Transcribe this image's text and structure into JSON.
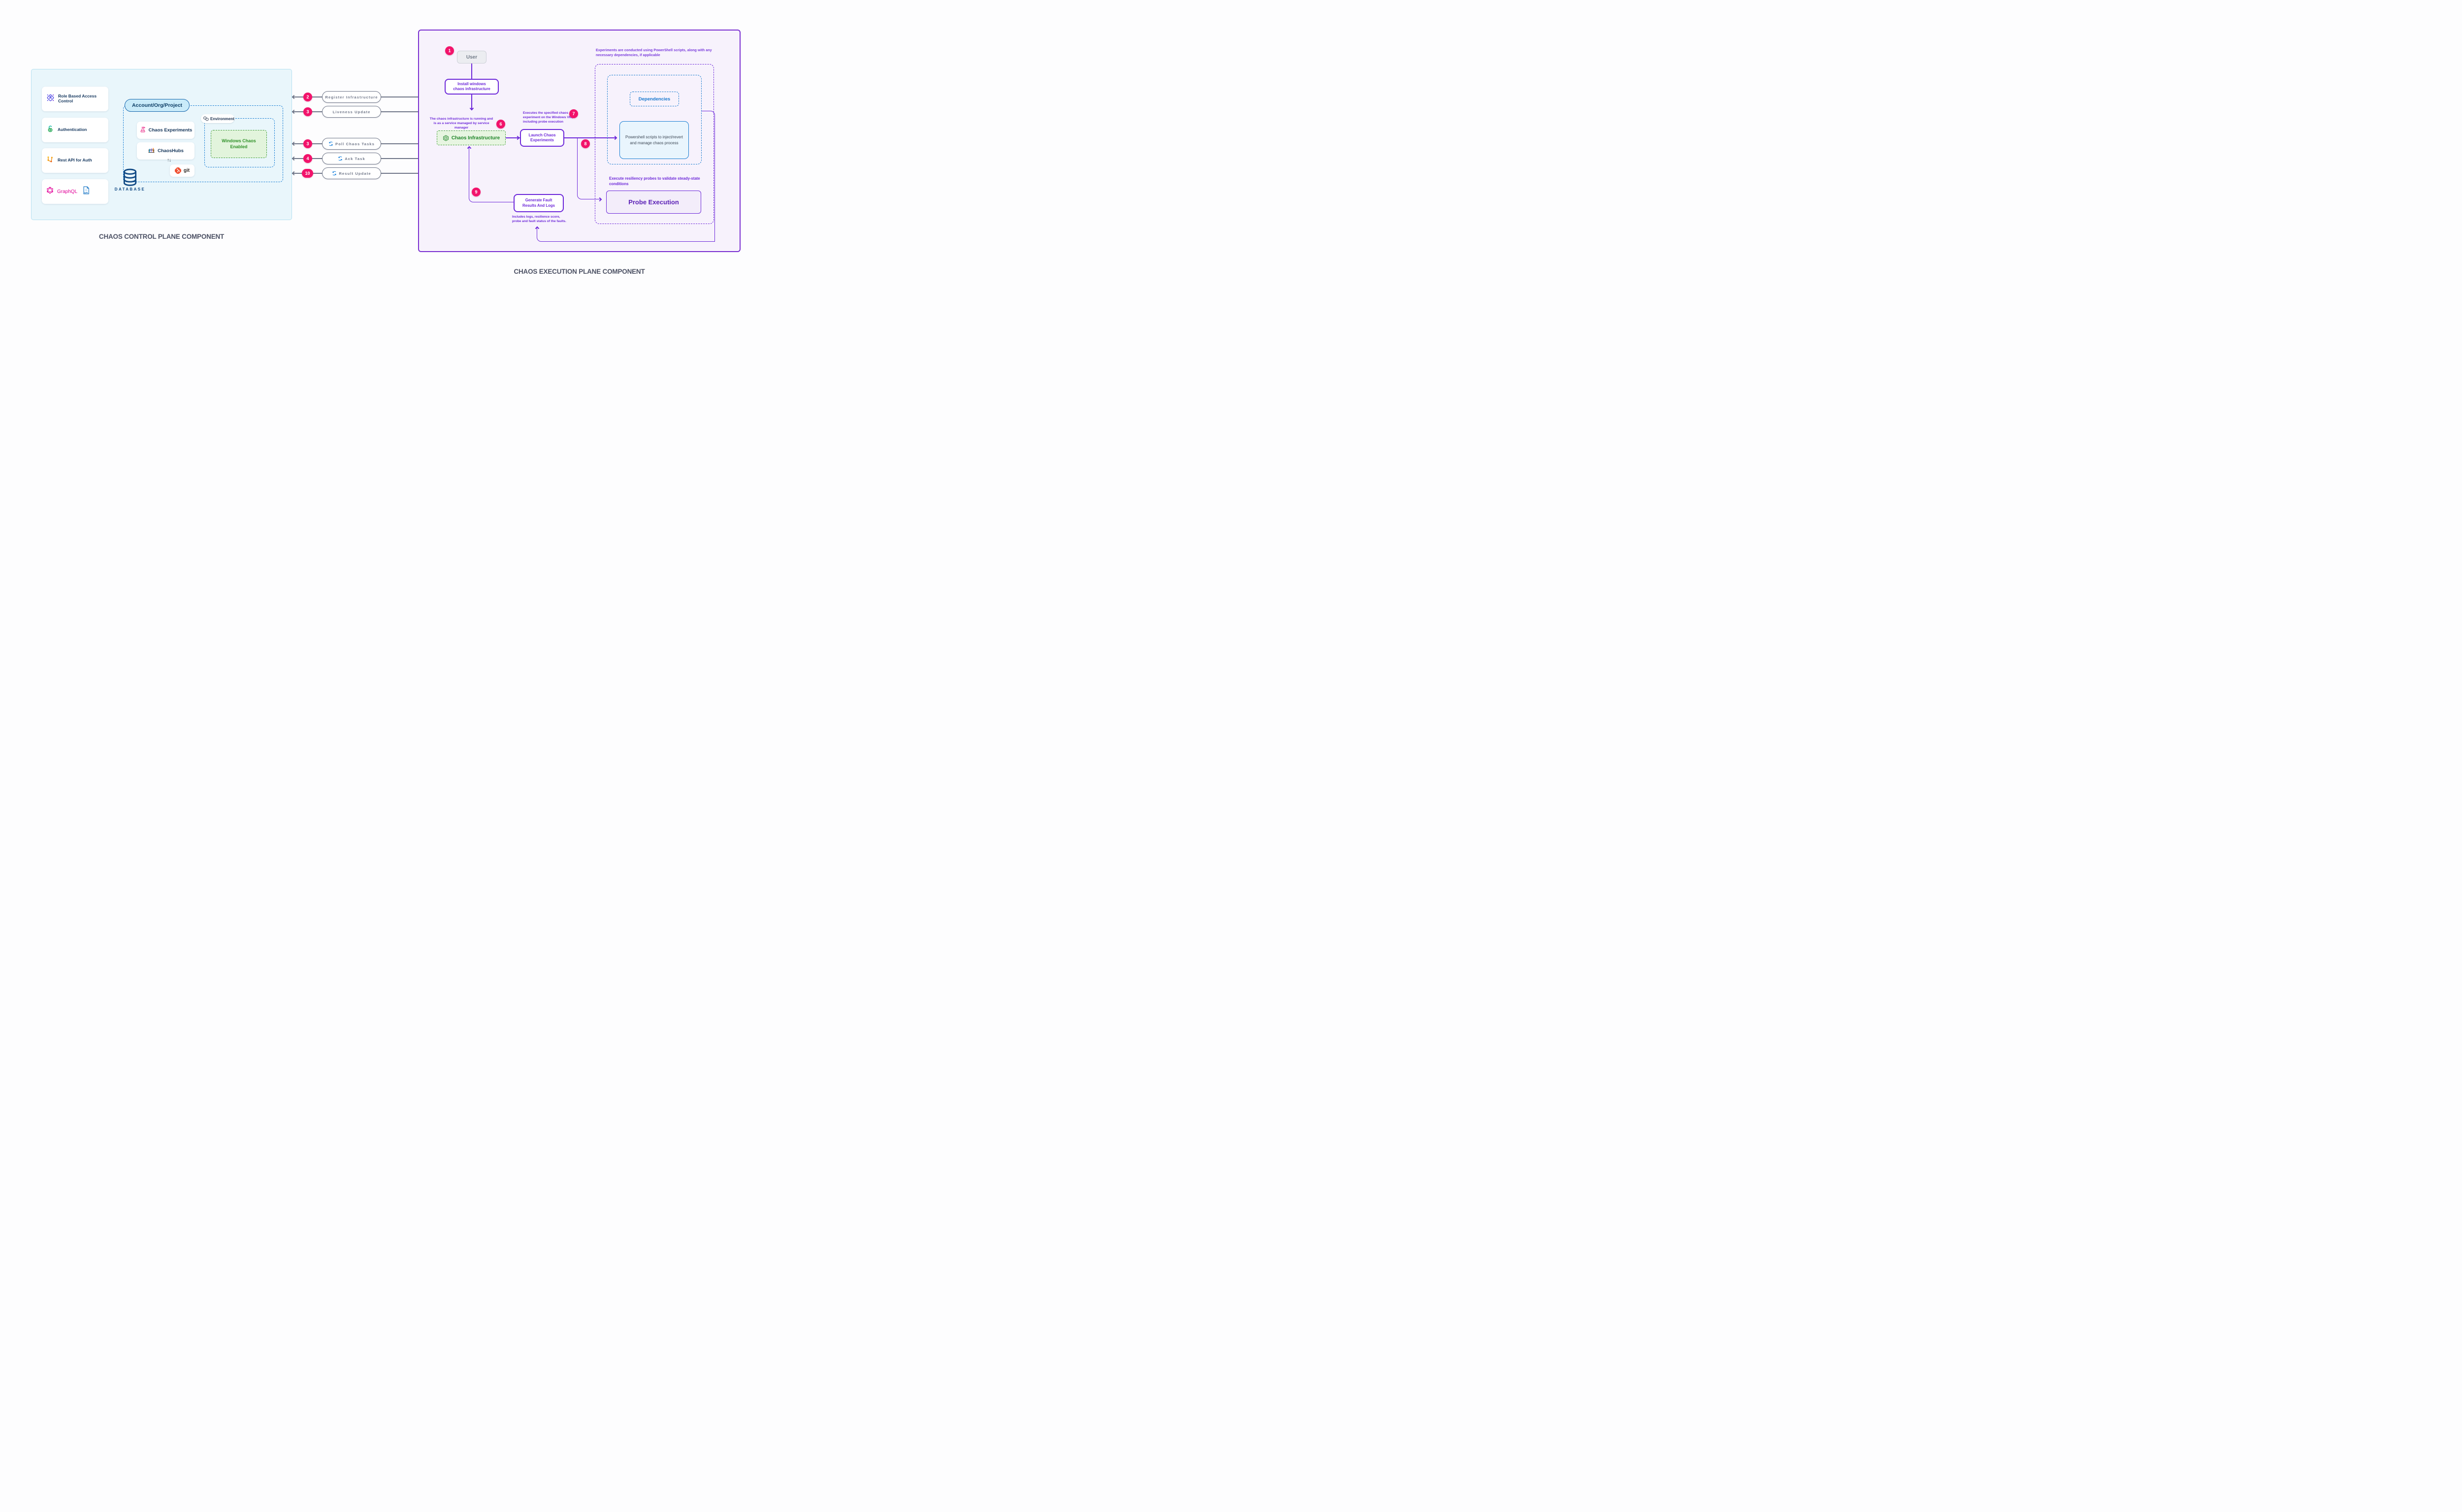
{
  "titles": {
    "control": "CHAOS CONTROL PLANE COMPONENT",
    "execution": "CHAOS EXECUTION PLANE COMPONENT"
  },
  "control_plane": {
    "cards": [
      {
        "label": "Role Based Access Control",
        "icon": "rbac-icon"
      },
      {
        "label": "Authentication",
        "icon": "open-lock-icon"
      },
      {
        "label": "Rest API for Auth",
        "icon": "branch-icon"
      },
      {
        "label": "GraphQL",
        "icon": "graphql-icon",
        "doc_icon_label": "API"
      }
    ],
    "account_group_label": "Account/Org/Project",
    "chaos_experiments_label": "Chaos Experiments",
    "chaoshubs_label": "ChaosHubs",
    "git_label": "git",
    "environment_label": "Environment",
    "windows_chaos_label": "Windows Chaos Enabled",
    "database_label": "DATABASE"
  },
  "connectors": [
    {
      "badge": "2",
      "label": "Register Infrastructure",
      "has_sync_icon": false
    },
    {
      "badge": "3",
      "label": "Liveness Update",
      "has_sync_icon": false
    },
    {
      "badge": "3",
      "label": "Poll Chaos Tasks",
      "has_sync_icon": true
    },
    {
      "badge": "4",
      "label": "Ack Task",
      "has_sync_icon": true
    },
    {
      "badge": "10",
      "label": "Result Update",
      "has_sync_icon": true
    }
  ],
  "execution_plane": {
    "step_badges": {
      "user": "1",
      "service": "6",
      "execute": "7",
      "branch": "8",
      "results": "9"
    },
    "user_label": "User",
    "install_label": "Install windows chaos infrastructure",
    "note_service": "The chaos infrastructure is running and is as a service managed by service manager",
    "chaos_infrastructure_label": "Chaos Infrastructure",
    "launch_label": "Launch Chaos Experiments",
    "note_execute": "Executes the specified chaos experiment on the Windows VM, including probe execution",
    "note_powershell": "Experiments are conducted using PowerShell scripts, along with any necessary dependencies, if applicable",
    "dependencies_label": "Dependencies",
    "powershell_label": "Powershell scripts to inject/revert and manage chaos process",
    "note_probe": "Execute resiliency probes to validate steady-state conditions",
    "probe_label": "Probe Execution",
    "generate_label": "Generate Fault Results And Logs",
    "note_results": "Includes logs, resilience score, probe and fault status of the faults."
  },
  "colors": {
    "accent_purple": "#6d28d9",
    "badge_pink": "#f2136b",
    "accent_blue": "#1a7fd4",
    "accent_green": "#2f9128",
    "connector_gray": "#6f7688",
    "navy_text": "#15375e",
    "graphql_pink": "#e10098",
    "git_orange": "#f05133"
  }
}
